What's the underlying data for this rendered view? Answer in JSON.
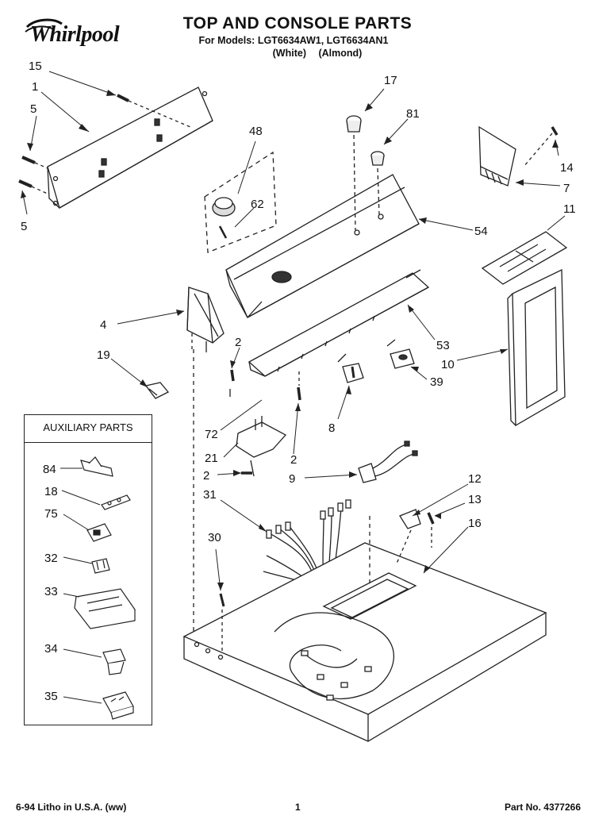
{
  "header": {
    "brand": "Whirlpool",
    "title": "TOP AND CONSOLE PARTS",
    "models": "For Models: LGT6634AW1, LGT6634AN1",
    "color_white": "(White)",
    "color_almond": "(Almond)"
  },
  "callouts": {
    "c15": "15",
    "c1": "1",
    "c5a": "5",
    "c5b": "5",
    "c48": "48",
    "c62": "62",
    "c17": "17",
    "c81": "81",
    "c14": "14",
    "c7": "7",
    "c11": "11",
    "c54": "54",
    "c4": "4",
    "c2a": "2",
    "c19": "19",
    "c53": "53",
    "c10": "10",
    "c39": "39",
    "c8": "8",
    "c72": "72",
    "c21": "21",
    "c2b": "2",
    "c2c": "2",
    "c9": "9",
    "c31": "31",
    "c12": "12",
    "c13": "13",
    "c16": "16",
    "c30": "30"
  },
  "auxiliary": {
    "title": "AUXILIARY PARTS",
    "items": [
      "84",
      "18",
      "75",
      "32",
      "33",
      "34",
      "35"
    ]
  },
  "footer": {
    "litho": "6-94 Litho in U.S.A. (ww)",
    "page": "1",
    "part_no": "Part No. 4377266"
  }
}
